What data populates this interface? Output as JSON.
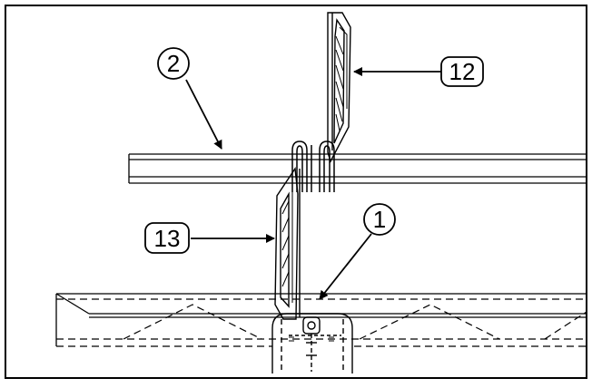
{
  "colors": {
    "ink": "#000000",
    "background": "#ffffff"
  },
  "callouts": {
    "c1": {
      "label": "1"
    },
    "c2": {
      "label": "2"
    },
    "c12": {
      "label": "12"
    },
    "c13": {
      "label": "13"
    }
  }
}
